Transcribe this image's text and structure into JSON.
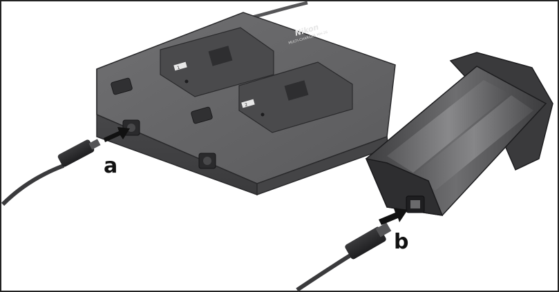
{
  "callouts": {
    "a": "a",
    "b": "b"
  },
  "device": {
    "brand": "Nikon",
    "model": "MULTI-CHARGER MH-26",
    "bay1_number": "1",
    "bay2_number": "2"
  },
  "colors": {
    "charger_body": "#58585a",
    "charger_top": "#6a6a6c",
    "battery_body": "#4a4a4c",
    "cable": "#2c2c2e",
    "arrow": "#111111",
    "frame_border": "#222222",
    "background": "#ffffff"
  },
  "icons": [
    "arrow-right-icon",
    "dc-plug-icon",
    "data-cable-plug-icon"
  ]
}
